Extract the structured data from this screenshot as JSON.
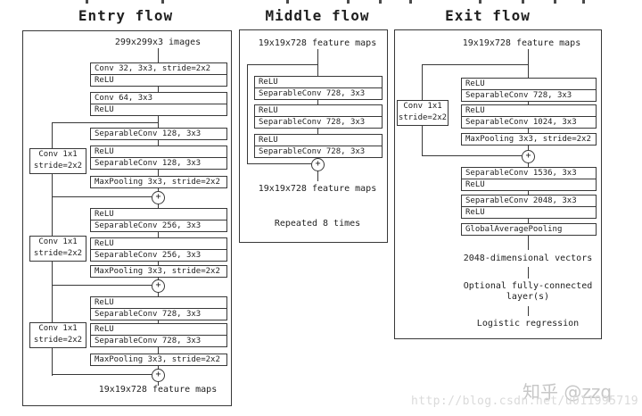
{
  "figure": {
    "plus": "+",
    "entry": {
      "title": "Entry flow",
      "input": "299x299x3 images",
      "stack1": {
        "r1": "Conv 32, 3x3, stride=2x2",
        "r2": "ReLU"
      },
      "stack2": {
        "r1": "Conv 64, 3x3",
        "r2": "ReLU"
      },
      "blocks": [
        {
          "skip": {
            "l1": "Conv 1x1",
            "l2": "stride=2x2"
          },
          "g1": {
            "r1": "SeparableConv 128, 3x3"
          },
          "g2": {
            "r1": "ReLU",
            "r2": "SeparableConv 128, 3x3"
          },
          "pool": "MaxPooling 3x3, stride=2x2"
        },
        {
          "skip": {
            "l1": "Conv 1x1",
            "l2": "stride=2x2"
          },
          "g1": {
            "r1": "ReLU",
            "r2": "SeparableConv 256, 3x3"
          },
          "g2": {
            "r1": "ReLU",
            "r2": "SeparableConv 256, 3x3"
          },
          "pool": "MaxPooling 3x3, stride=2x2"
        },
        {
          "skip": {
            "l1": "Conv 1x1",
            "l2": "stride=2x2"
          },
          "g1": {
            "r1": "ReLU",
            "r2": "SeparableConv 728, 3x3"
          },
          "g2": {
            "r1": "ReLU",
            "r2": "SeparableConv 728, 3x3"
          },
          "pool": "MaxPooling 3x3, stride=2x2"
        }
      ],
      "output": "19x19x728 feature maps"
    },
    "middle": {
      "title": "Middle flow",
      "input": "19x19x728 feature maps",
      "pairs": [
        {
          "r1": "ReLU",
          "r2": "SeparableConv 728, 3x3"
        },
        {
          "r1": "ReLU",
          "r2": "SeparableConv 728, 3x3"
        },
        {
          "r1": "ReLU",
          "r2": "SeparableConv 728, 3x3"
        }
      ],
      "output": "19x19x728 feature maps",
      "note": "Repeated 8 times"
    },
    "exit": {
      "title": "Exit flow",
      "input": "19x19x728 feature maps",
      "skip": {
        "l1": "Conv 1x1",
        "l2": "stride=2x2"
      },
      "g1": {
        "r1": "ReLU",
        "r2": "SeparableConv 728, 3x3"
      },
      "g2": {
        "r1": "ReLU",
        "r2": "SeparableConv 1024, 3x3"
      },
      "pool": "MaxPooling 3x3, stride=2x2",
      "g3": {
        "r1": "SeparableConv 1536, 3x3",
        "r2": "ReLU"
      },
      "g4": {
        "r1": "SeparableConv 2048, 3x3",
        "r2": "ReLU"
      },
      "gap": "GlobalAveragePooling",
      "vectors": "2048-dimensional vectors",
      "fc1": "Optional fully-connected",
      "fc2": "layer(s)",
      "logistic": "Logistic regression"
    }
  },
  "watermark": {
    "brand": "知乎 @zzq",
    "url": "http://blog.csdn.net/u011995719"
  },
  "colors": {
    "line": "#383838",
    "text": "#1f1f1f",
    "watermark_brand": "#c7c7c7",
    "watermark_url": "#dadada"
  }
}
